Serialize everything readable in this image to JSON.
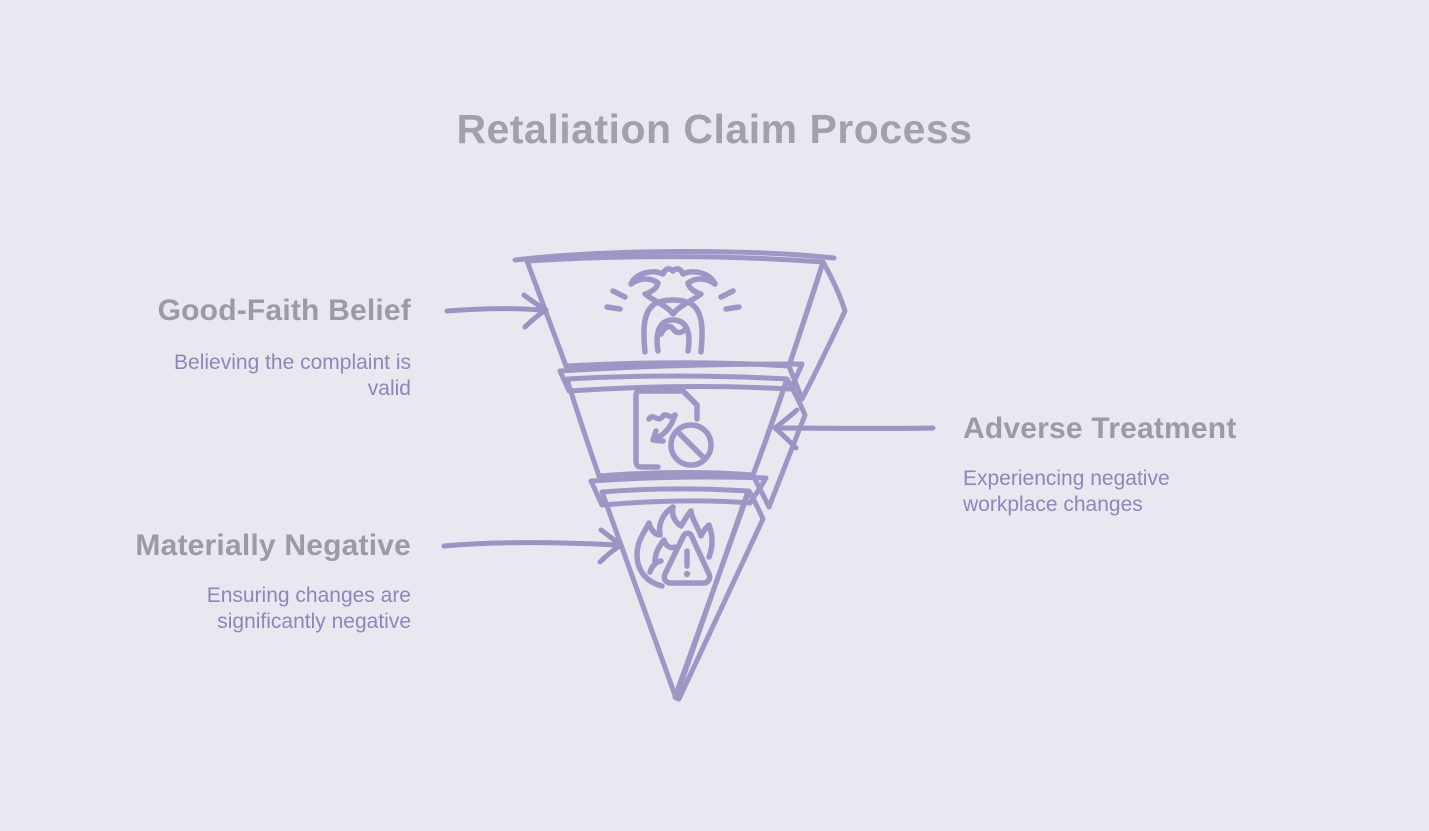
{
  "title": "Retaliation Claim Process",
  "colors": {
    "background": "#e9e8f1",
    "funnel_face": "#4d4484",
    "funnel_side": "#443b77",
    "outline": "#9e97c6",
    "arrow": "#9a93c3",
    "title_text": "#a2a1ab",
    "heading_text": "#9b9aa5",
    "description_text": "#8d86bb"
  },
  "funnel": {
    "type": "inverted-funnel",
    "stages": [
      {
        "order": 1,
        "label": "Good-Faith Belief",
        "description": "Believing the complaint is valid",
        "icon": "person-with-dove-icon",
        "label_side": "left"
      },
      {
        "order": 2,
        "label": "Adverse Treatment",
        "description": "Experiencing negative workplace changes",
        "icon": "declining-report-prohibited-icon",
        "label_side": "right"
      },
      {
        "order": 3,
        "label": "Materially Negative",
        "description": "Ensuring changes are significantly negative",
        "icon": "flame-warning-icon",
        "label_side": "left"
      }
    ]
  }
}
